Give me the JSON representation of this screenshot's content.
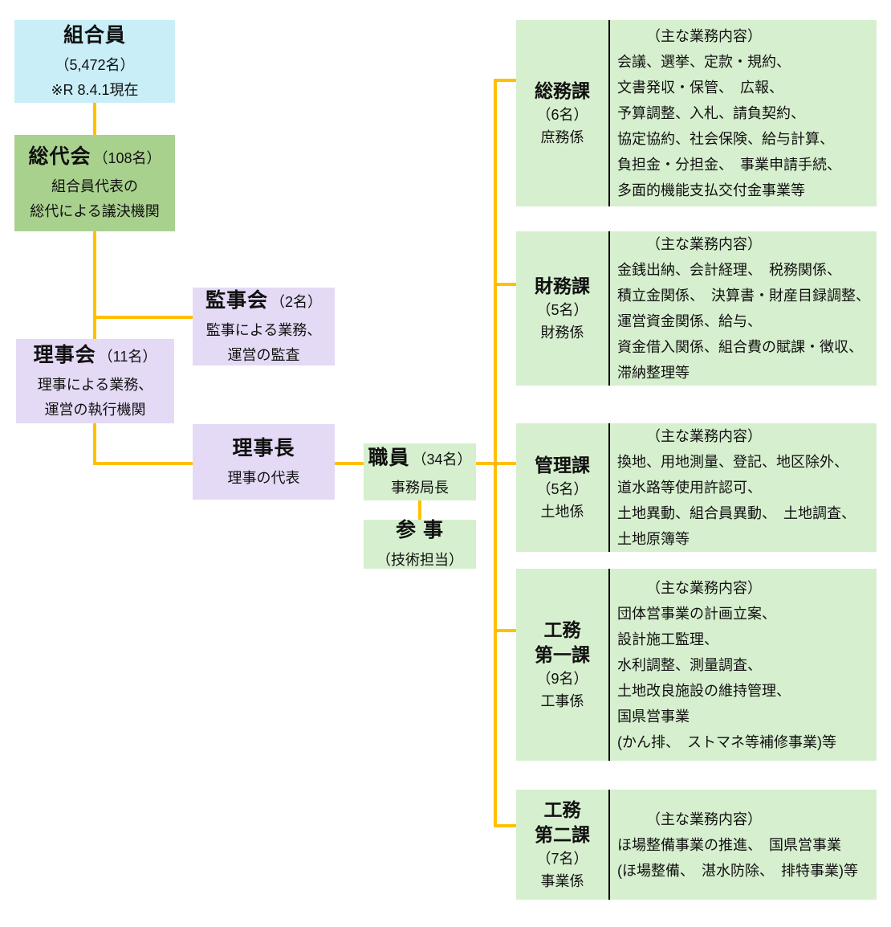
{
  "nodes": {
    "members": {
      "title": "組合員",
      "count": "（5,472名）",
      "note": "※R 8.4.1現在"
    },
    "assembly": {
      "title": "総代会",
      "count": "（108名）",
      "line1": "組合員代表の",
      "line2": "総代による議決機関"
    },
    "auditors": {
      "title": "監事会",
      "count": "（2名）",
      "line1": "監事による業務、",
      "line2": "運営の監査"
    },
    "directors": {
      "title": "理事会",
      "count": "（11名）",
      "line1": "理事による業務、",
      "line2": "運営の執行機関"
    },
    "president": {
      "title": "理事長",
      "line1": "理事の代表"
    },
    "staff": {
      "title": "職員",
      "count": "（34名）",
      "line1": "事務局長"
    },
    "counselor": {
      "title": "参 事",
      "line1": "（技術担当）"
    }
  },
  "departments": [
    {
      "name_lines": [
        "総務課"
      ],
      "count": "（6名）",
      "section": "庶務係",
      "heading": "（主な業務内容）",
      "duties": [
        "会議、選挙、定款・規約、",
        "文書発収・保管、　広報、",
        "予算調整、入札、請負契約、",
        "協定協約、社会保険、給与計算、",
        "負担金・分担金、　事業申請手続、",
        "多面的機能支払交付金事業等"
      ]
    },
    {
      "name_lines": [
        "財務課"
      ],
      "count": "（5名）",
      "section": "財務係",
      "heading": "（主な業務内容）",
      "duties": [
        "金銭出納、会計経理、　税務関係、",
        "積立金関係、　決算書・財産目録調整、",
        "運営資金関係、給与、",
        "資金借入関係、組合費の賦課・徴収、",
        "滞納整理等"
      ]
    },
    {
      "name_lines": [
        "管理課"
      ],
      "count": "（5名）",
      "section": "土地係",
      "heading": "（主な業務内容）",
      "duties": [
        "換地、用地測量、登記、地区除外、",
        "道水路等使用許認可、",
        "土地異動、組合員異動、　土地調査、",
        "土地原簿等"
      ]
    },
    {
      "name_lines": [
        "工務",
        "第一課"
      ],
      "count": "（9名）",
      "section": "工事係",
      "heading": "（主な業務内容）",
      "duties": [
        "団体営事業の計画立案、",
        "設計施工監理、",
        "水利調整、測量調査、",
        "土地改良施設の維持管理、",
        "国県営事業",
        "(かん排、　ストマネ等補修事業)等"
      ]
    },
    {
      "name_lines": [
        "工務",
        "第二課"
      ],
      "count": "（7名）",
      "section": "事業係",
      "heading": "（主な業務内容）",
      "duties": [
        "ほ場整備事業の推進、　国県営事業",
        "(ほ場整備、　湛水防除、　排特事業)等"
      ]
    }
  ],
  "colors": {
    "members_box": "#c9eef7",
    "assembly_box": "#a9d18e",
    "board_boxes": "#e4daf5",
    "staff_and_dept_boxes": "#d6efce",
    "connector_line": "#ffc000",
    "dept_divider": "#000000"
  }
}
